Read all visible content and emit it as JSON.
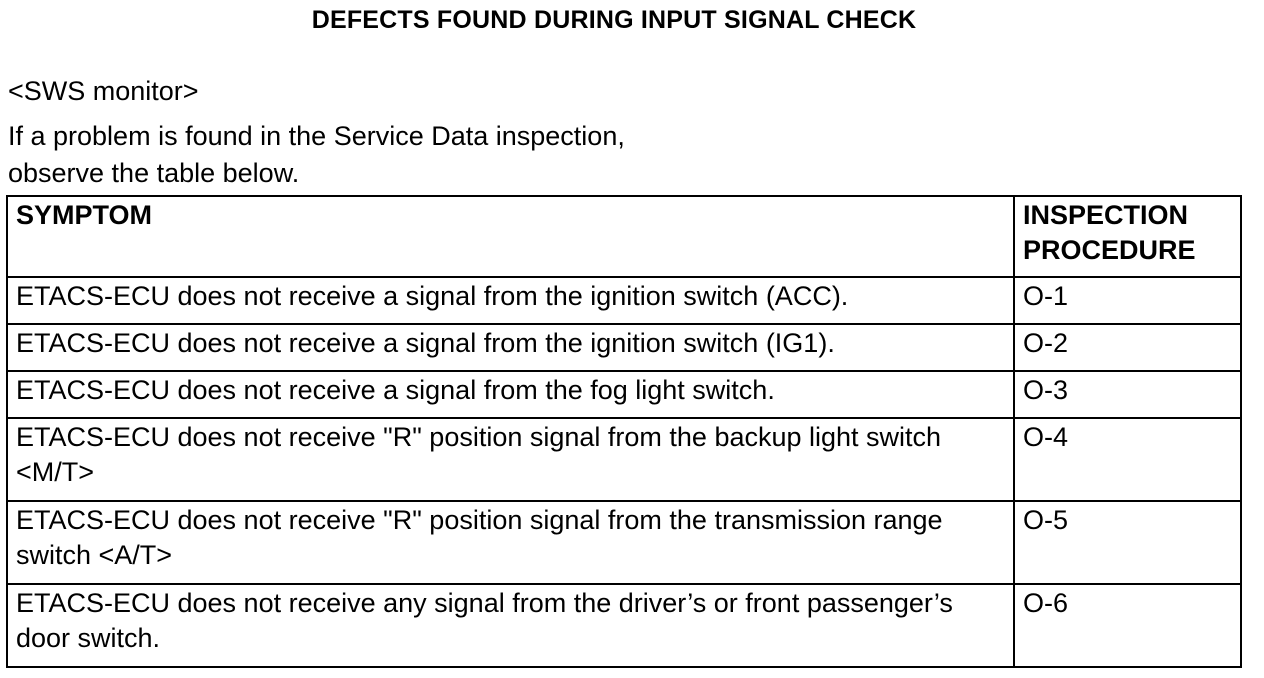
{
  "document": {
    "title": "DEFECTS FOUND DURING INPUT SIGNAL CHECK",
    "section_label": "<SWS monitor>",
    "intro_line1": "If a problem is found in the Service Data inspection,",
    "intro_line2": "observe the table below."
  },
  "table": {
    "headers": {
      "symptom": "SYMPTOM",
      "procedure_line1": "INSPECTION",
      "procedure_line2": "PROCEDURE"
    },
    "rows": [
      {
        "symptom": "ETACS-ECU does not receive a signal from the ignition switch (ACC).",
        "procedure": "O-1"
      },
      {
        "symptom": "ETACS-ECU does not receive a signal from the ignition switch (IG1).",
        "procedure": "O-2"
      },
      {
        "symptom": "ETACS-ECU does not receive a signal from the fog light switch.",
        "procedure": "O-3"
      },
      {
        "symptom": "ETACS-ECU does not receive \"R\" position signal from the backup light switch <M/T>",
        "procedure": "O-4"
      },
      {
        "symptom": "ETACS-ECU does not receive \"R\" position signal from the transmission range switch <A/T>",
        "procedure": "O-5"
      },
      {
        "symptom": "ETACS-ECU does not receive any signal from the driver’s or front passenger’s door switch.",
        "procedure": "O-6"
      }
    ]
  }
}
